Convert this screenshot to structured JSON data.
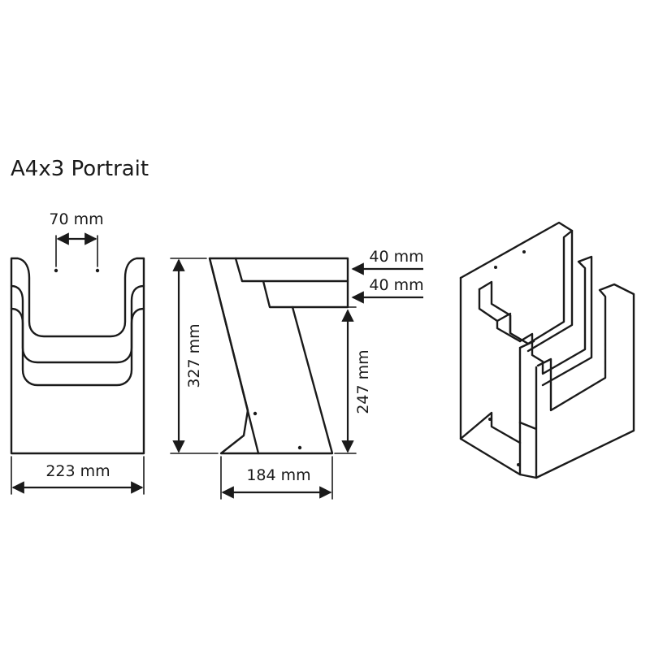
{
  "title": "A4x3 Portrait",
  "dimensions": {
    "hole_spacing": "70 mm",
    "front_width": "223 mm",
    "total_height": "327 mm",
    "base_depth": "184 mm",
    "step_top": "40 mm",
    "step_second": "40 mm",
    "lower_height": "247 mm"
  },
  "colors": {
    "line": "#1a1a1a",
    "background": "#ffffff"
  }
}
